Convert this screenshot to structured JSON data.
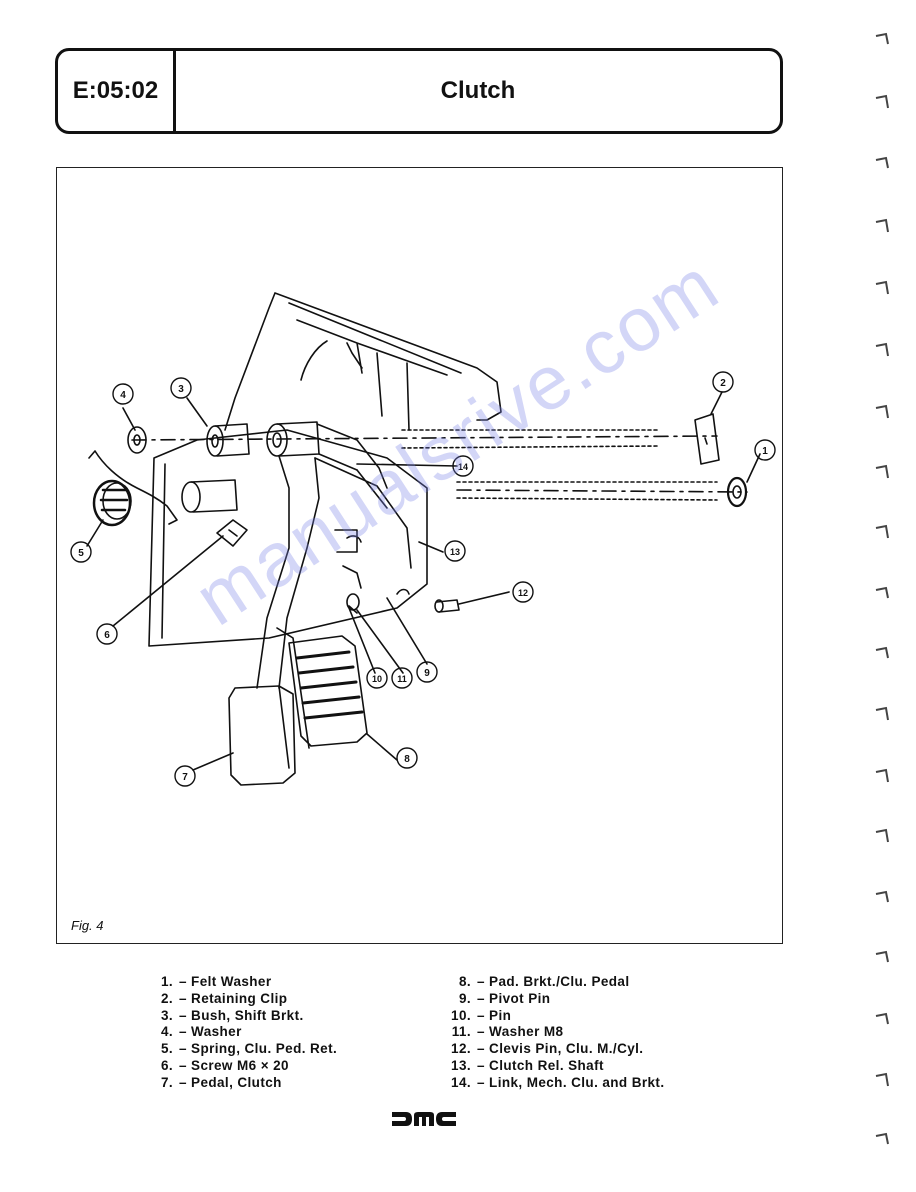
{
  "header": {
    "section_code": "E:05:02",
    "title": "Clutch"
  },
  "figure": {
    "caption": "Fig. 4",
    "callouts": [
      "1",
      "2",
      "3",
      "4",
      "5",
      "6",
      "7",
      "8",
      "9",
      "10",
      "11",
      "12",
      "13",
      "14"
    ]
  },
  "watermark": "manualsrive.com",
  "parts_list": {
    "left": [
      {
        "num": "1.",
        "label": "– Felt Washer"
      },
      {
        "num": "2.",
        "label": "– Retaining Clip"
      },
      {
        "num": "3.",
        "label": "– Bush, Shift Brkt."
      },
      {
        "num": "4.",
        "label": "– Washer"
      },
      {
        "num": "5.",
        "label": "– Spring, Clu. Ped. Ret."
      },
      {
        "num": "6.",
        "label": "– Screw M6 × 20"
      },
      {
        "num": "7.",
        "label": "– Pedal, Clutch"
      }
    ],
    "right": [
      {
        "num": "8.",
        "label": "– Pad. Brkt./Clu. Pedal"
      },
      {
        "num": "9.",
        "label": "– Pivot Pin"
      },
      {
        "num": "10.",
        "label": "– Pin"
      },
      {
        "num": "11.",
        "label": "– Washer M8"
      },
      {
        "num": "12.",
        "label": "– Clevis Pin, Clu. M./Cyl."
      },
      {
        "num": "13.",
        "label": "– Clutch Rel. Shaft"
      },
      {
        "num": "14.",
        "label": "– Link, Mech. Clu. and Brkt."
      }
    ]
  },
  "logo": "DMC"
}
